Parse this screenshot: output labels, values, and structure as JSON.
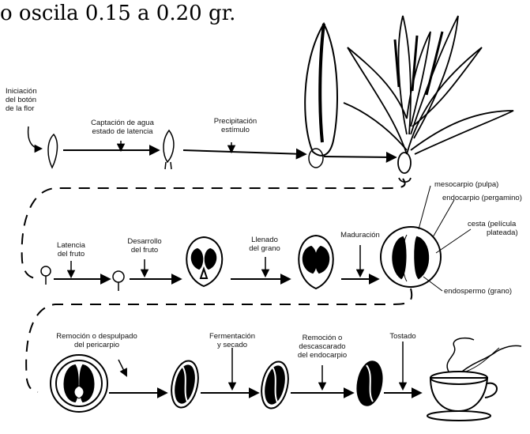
{
  "heading": "o oscila 0.15 a 0.20 gr.",
  "labels": {
    "iniciacion": [
      "Iniciación",
      "del botón",
      "de la flor"
    ],
    "captacion": [
      "Captación de agua",
      "estado de latencia"
    ],
    "precipitacion": [
      "Precipitación",
      "estímulo"
    ],
    "mesocarpio": "mesocarpio (pulpa)",
    "endocarpio": "endocarpio (pergamino)",
    "cesta": [
      "cesta (película",
      "plateada)"
    ],
    "endospermo": "endospermo (grano)",
    "latencia": [
      "Latencia",
      "del fruto"
    ],
    "desarrollo": [
      "Desarrollo",
      "del fruto"
    ],
    "llenado": [
      "Llenado",
      "del grano"
    ],
    "maduracion": "Maduración",
    "remocion_pericarpio": [
      "Remoción o despulpado",
      "del pericarpio"
    ],
    "fermentacion": [
      "Fermentación",
      "y secado"
    ],
    "remocion_endocarpio": [
      "Remoción o",
      "descascarado",
      "del endocarpio"
    ],
    "tostado": "Tostado"
  }
}
